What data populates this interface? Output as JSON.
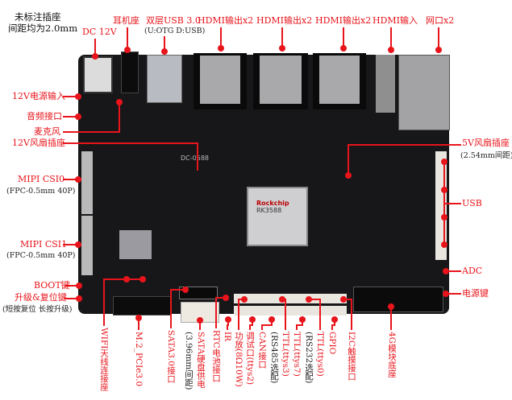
{
  "note": {
    "line1": "未标注插座",
    "line2": "间距均为2.0mm"
  },
  "top_labels": {
    "dc": "DC 12V",
    "headphone": "耳机座",
    "usb30": "双层USB 3.0",
    "usb30_sub": "(U:OTG D:USB)",
    "hdmi_out_1": "HDMI输出x2",
    "hdmi_out_2": "HDMI输出x2",
    "hdmi_out_3": "HDMI输出x2",
    "hdmi_in": "HDMI输入",
    "ethernet": "网口x2"
  },
  "left_labels": {
    "power_in": "12V电源输入",
    "audio": "音频接口",
    "mic": "麦克风",
    "fan12": "12V风扇插座",
    "csi0": "MIPI CSI0",
    "csi0_sub": "(FPC-0.5mm 40P)",
    "csi1": "MIPI CSI1",
    "csi1_sub": "(FPC-0.5mm 40P)",
    "boot": "BOOT键",
    "reset": "升级&复位键",
    "reset_sub": "(短按复位 长按升级)"
  },
  "right_labels": {
    "fan5": "5V风扇插座",
    "fan5_sub": "(2.54mm间距)",
    "usb": "USB",
    "adc": "ADC",
    "power_key": "电源键"
  },
  "bottom_labels": {
    "wifi": "WIFI天线连接座",
    "m2": "M.2_PCIe3.0",
    "sata": "SATA3.0接口",
    "sata_power": "SATA硬盘供电",
    "sata_power_sub": "(3.96mm间距)",
    "rtc": "RTC电池接口",
    "ir": "IR",
    "amp": "功放(8Ω10W)",
    "debug": "调试口(ttys2)",
    "can": "CAN接口",
    "ttl3": "TTL(ttys3)",
    "ttl3_sub": "(RS485选配)",
    "ttl7": "TTL(ttys7)",
    "ttl0": "TTL(ttys0)",
    "ttl0_sub": "(RS232选配)",
    "gpio": "GPIO",
    "i2c": "I2C触摸接口",
    "lte": "4G模块底座"
  },
  "board_text": {
    "soc_brand": "Rockchip",
    "soc_model": "RK3588",
    "model": "DC-0588"
  },
  "colors": {
    "accent": "#e8141b",
    "board": "#17171a",
    "metal": "#a9a9ab",
    "connector": "#e9e6df"
  }
}
